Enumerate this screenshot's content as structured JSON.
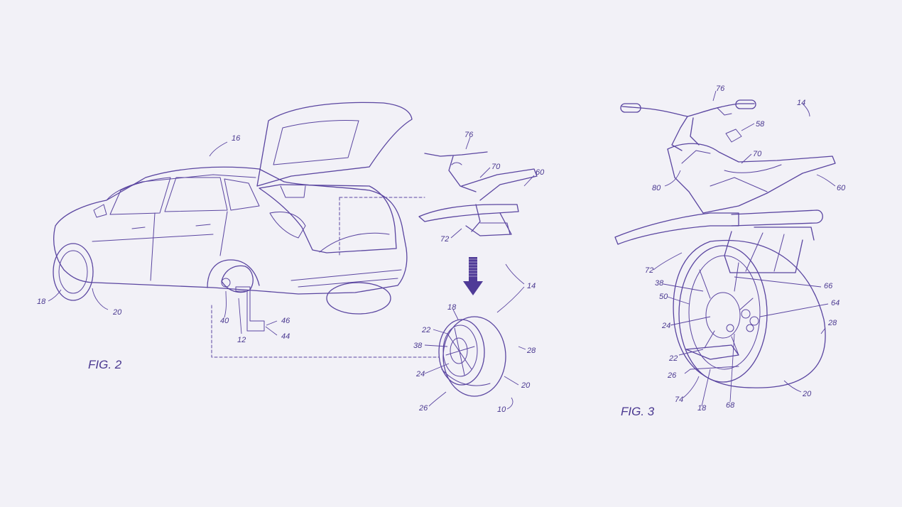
{
  "colors": {
    "background": "#f2f1f7",
    "line": "#5a45a0",
    "arrow": "#4f3a97"
  },
  "figures": [
    {
      "id": "fig2",
      "label": "FIG. 2"
    },
    {
      "id": "fig3",
      "label": "FIG. 3"
    }
  ],
  "fig2_refs": {
    "r16": "16",
    "r18": "18",
    "r20": "20",
    "r40": "40",
    "r12": "12",
    "r46": "46",
    "r44": "44",
    "r76": "76",
    "r70": "70",
    "r60": "60",
    "r72": "72",
    "r14": "14",
    "r18b": "18",
    "r22": "22",
    "r38": "38",
    "r24": "24",
    "r28": "28",
    "r20b": "20",
    "r26": "26",
    "r10": "10"
  },
  "fig3_refs": {
    "r76": "76",
    "r14": "14",
    "r58": "58",
    "r70": "70",
    "r80": "80",
    "r60": "60",
    "r72": "72",
    "r38": "38",
    "r50": "50",
    "r66": "66",
    "r64": "64",
    "r24": "24",
    "r28": "28",
    "r22": "22",
    "r26": "26",
    "r74": "74",
    "r18": "18",
    "r68": "68",
    "r20": "20"
  }
}
